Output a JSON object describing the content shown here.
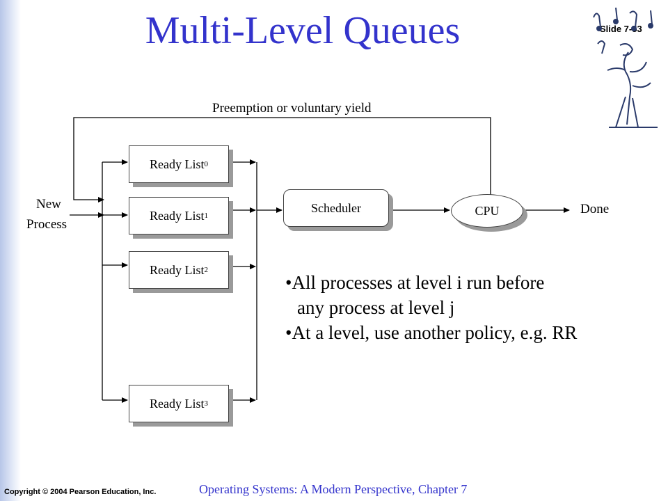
{
  "slide": {
    "title": "Multi-Level Queues",
    "slide_number": "Slide 7-53",
    "copyright": "Copyright © 2004 Pearson Education, Inc.",
    "footer": "Operating Systems: A Modern Perspective, Chapter 7"
  },
  "diagram": {
    "feedback_label": "Preemption or voluntary yield",
    "new_process_line1": "New",
    "new_process_line2": "Process",
    "ready_lists": [
      {
        "label": "Ready List",
        "sub": "0"
      },
      {
        "label": "Ready List",
        "sub": "1"
      },
      {
        "label": "Ready List",
        "sub": "2"
      },
      {
        "label": "Ready List",
        "sub": "3"
      }
    ],
    "scheduler": "Scheduler",
    "cpu": "CPU",
    "done": "Done"
  },
  "bullets": {
    "b1_line1": "•All processes at level i run before",
    "b1_line2": "any process at level j",
    "b2": "•At a level, use another policy, e.g. RR"
  },
  "logo_icon": "music-notes-figure-icon"
}
